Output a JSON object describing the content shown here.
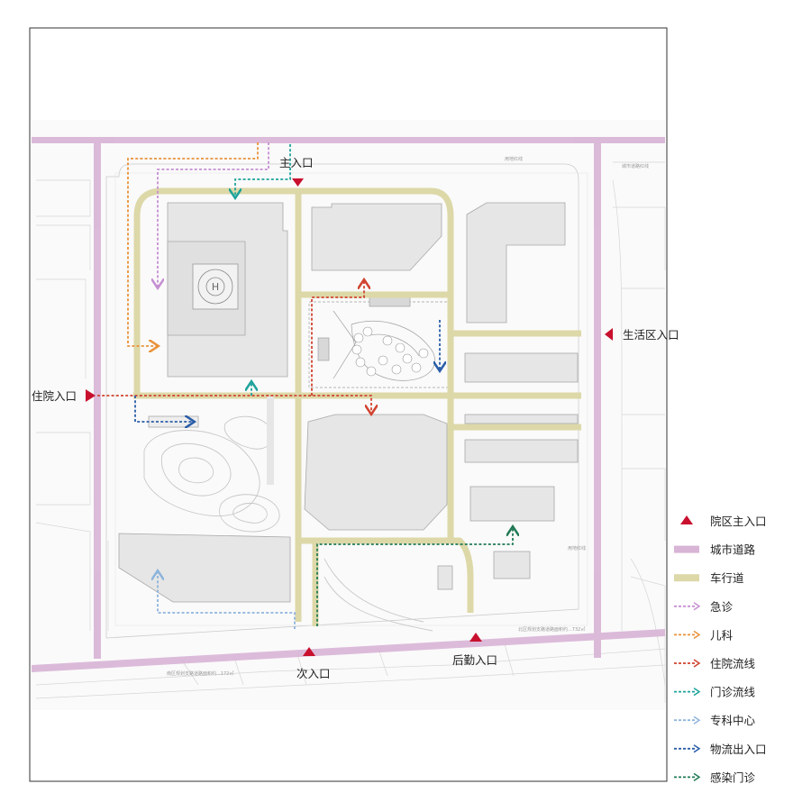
{
  "labels": {
    "main_entrance": "主入口",
    "secondary_entrance": "次入口",
    "logistics_entrance": "后勤入口",
    "living_area_entrance": "生活区入口",
    "inpatient_entrance": "住院入口",
    "helipad": "H"
  },
  "small_notes": {
    "redline_top": "用地红线",
    "redline_top_right": "城市道路红线",
    "redline_right": "用地红线",
    "road_note_bottom": "北区规划支路道路面积约...732㎡",
    "road_note_bottom_left": "南区规划支路道路面积约...172㎡"
  },
  "legend": [
    {
      "key": "entrance",
      "label": "院区主入口",
      "color": "#c8102e",
      "style": "triangle"
    },
    {
      "key": "city_road",
      "label": "城市道路",
      "color": "#d8b4d6",
      "style": "band"
    },
    {
      "key": "vehicle_road",
      "label": "车行道",
      "color": "#ddd8a8",
      "style": "band"
    },
    {
      "key": "emergency",
      "label": "急诊",
      "color": "#c68fd2",
      "style": "arrow"
    },
    {
      "key": "pediatrics",
      "label": "儿科",
      "color": "#e8923a",
      "style": "arrow"
    },
    {
      "key": "inpatient",
      "label": "住院流线",
      "color": "#d1432f",
      "style": "arrow"
    },
    {
      "key": "outpatient",
      "label": "门诊流线",
      "color": "#1ea39b",
      "style": "arrow"
    },
    {
      "key": "specialist",
      "label": "专科中心",
      "color": "#8eb4dc",
      "style": "arrow"
    },
    {
      "key": "logistics",
      "label": "物流出入口",
      "color": "#2a5da8",
      "style": "arrow"
    },
    {
      "key": "infection",
      "label": "感染门诊",
      "color": "#227a55",
      "style": "arrow"
    }
  ]
}
